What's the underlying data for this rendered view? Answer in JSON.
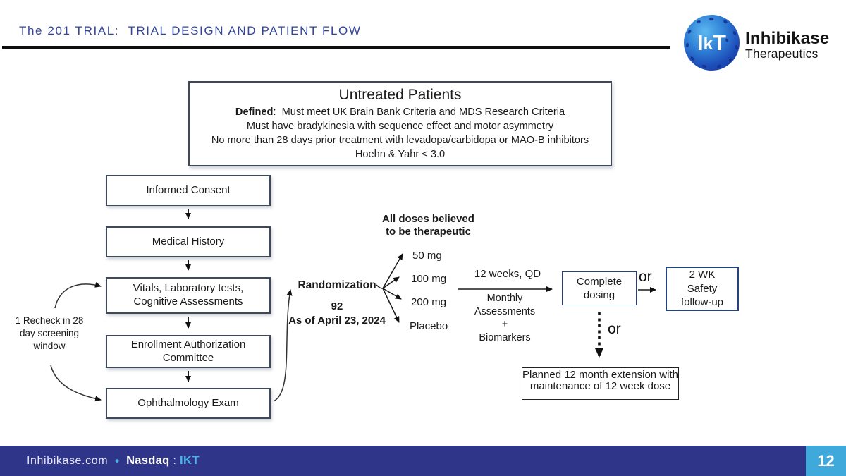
{
  "slide": {
    "title": "The 201 TRIAL:  TRIAL DESIGN AND PATIENT FLOW",
    "logo": {
      "mono_i": "I",
      "mono_k": "k",
      "mono_t": "T",
      "company_line1": "Inhibikase",
      "company_line2": "Therapeutics"
    },
    "footer": {
      "website": "Inhibikase.com",
      "bullet": "•",
      "exchange": "Nasdaq",
      "colon": ":",
      "ticker": "IKT",
      "page": "12"
    },
    "colors": {
      "footer_navy": "#2f3588",
      "page_lightblue": "#3fa9dc",
      "title_blue": "#31449b",
      "logo_blue": "#2f7fd6"
    }
  },
  "flow": {
    "untreated": {
      "title": "Untreated Patients",
      "defined_label": "Defined",
      "defined_rest": ":  Must meet UK Brain Bank Criteria and MDS Research Criteria",
      "line2": "Must have bradykinesia with sequence effect and motor asymmetry",
      "line3": "No more than 28 days prior treatment with levadopa/carbidopa or MAO-B inhibitors",
      "line4": "Hoehn & Yahr < 3.0"
    },
    "steps": [
      "Informed Consent",
      "Medical History",
      "Vitals, Laboratory tests, Cognitive Assessments",
      "Enrollment Authorization Committee",
      "Ophthalmology Exam"
    ],
    "recheck_note": "1 Recheck in 28 day screening window",
    "randomization": {
      "label": "Randomization",
      "count": "92",
      "as_of": "As of April 23, 2024"
    },
    "doses_note_line1": "All doses believed",
    "doses_note_line2": "to be therapeutic",
    "doses": [
      "50 mg",
      "100 mg",
      "200 mg",
      "Placebo"
    ],
    "treatment": {
      "duration": "12 weeks, QD",
      "monitoring": [
        "Monthly Assessments",
        "+",
        "Biomarkers"
      ]
    },
    "complete_dosing": "Complete dosing",
    "or_top": "or",
    "or_bottom": "or",
    "safety_lines": [
      "2 WK",
      "Safety",
      "follow-up"
    ],
    "extension": "Planned 12 month extension with maintenance of 12 week dose"
  }
}
